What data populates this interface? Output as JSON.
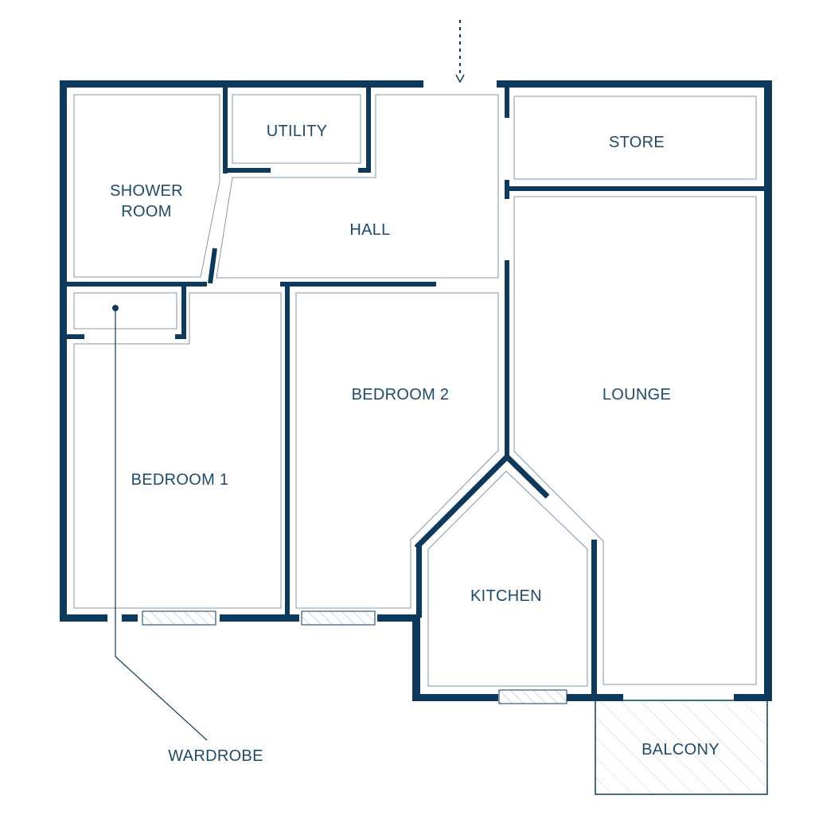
{
  "floorplan": {
    "rooms": {
      "shower_room_line1": "SHOWER",
      "shower_room_line2": "ROOM",
      "utility": "UTILITY",
      "hall": "HALL",
      "store": "STORE",
      "bedroom_1": "BEDROOM 1",
      "bedroom_2": "BEDROOM 2",
      "lounge": "LOUNGE",
      "kitchen": "KITCHEN",
      "balcony": "BALCONY"
    },
    "callouts": {
      "wardrobe": "WARDROBE"
    },
    "colors": {
      "wall": "#0d3a5c",
      "inner_line": "#7f98ab",
      "label": "#1e4a6b"
    }
  }
}
